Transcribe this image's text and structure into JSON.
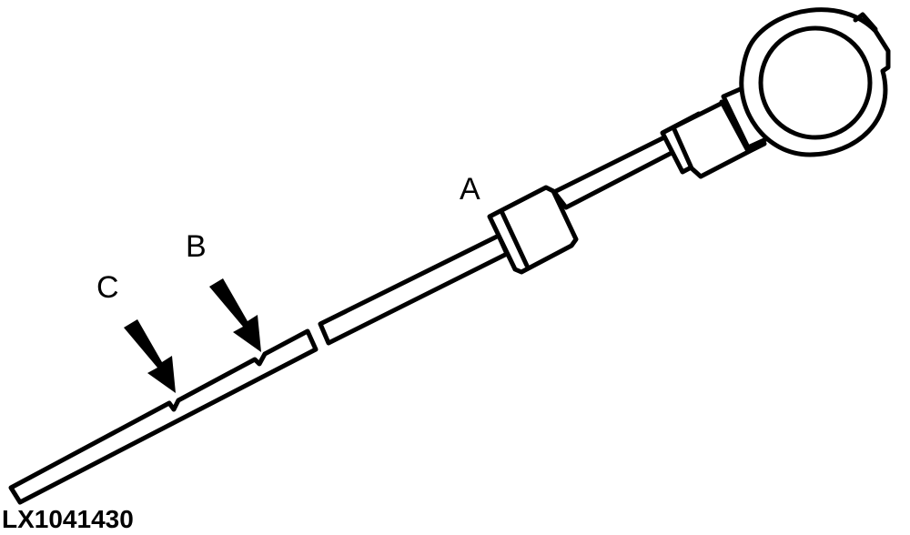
{
  "diagram": {
    "callouts": {
      "a": "A",
      "b": "B",
      "c": "C"
    },
    "figure_id": "LX1041430",
    "colors": {
      "line": "#000000",
      "background": "#ffffff"
    }
  }
}
